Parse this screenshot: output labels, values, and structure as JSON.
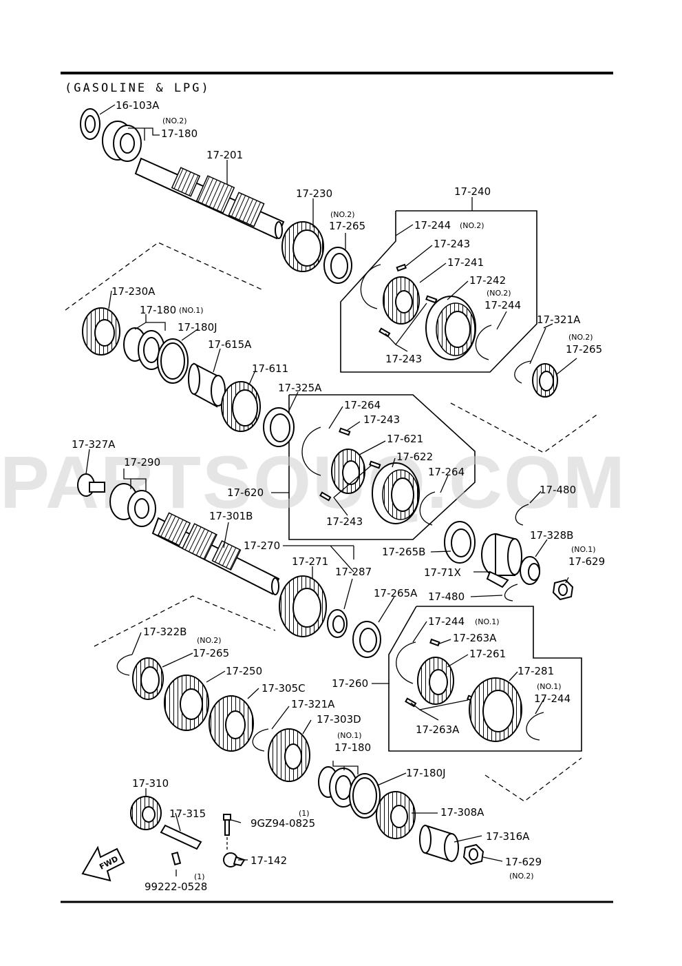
{
  "header": {
    "title": "(GASOLINE & LPG)"
  },
  "watermark": "PARTSOUQ.COM",
  "fwd_label": "FWD",
  "parts": {
    "p16_103A": "16-103A",
    "p17_180_no2_tag": "(NO.2)",
    "p17_180_a": "17-180",
    "p17_201": "17-201",
    "p17_230": "17-230",
    "p17_265_no2_tag_a": "(NO.2)",
    "p17_265_a": "17-265",
    "p17_240": "17-240",
    "p17_244_a": "17-244",
    "p17_244_no2_tag_a": "(NO.2)",
    "p17_243_a": "17-243",
    "p17_241": "17-241",
    "p17_242": "17-242",
    "p17_244_no2_tag_b": "(NO.2)",
    "p17_244_b": "17-244",
    "p17_243_b": "17-243",
    "p17_230A": "17-230A",
    "p17_180_b": "17-180",
    "p17_180_no1_tag_b": "(NO.1)",
    "p17_180J_a": "17-180J",
    "p17_615A": "17-615A",
    "p17_611": "17-611",
    "p17_325A": "17-325A",
    "p17_321A_a": "17-321A",
    "p17_265_no2_tag_b": "(NO.2)",
    "p17_265_b": "17-265",
    "p17_264_a": "17-264",
    "p17_243_c": "17-243",
    "p17_621": "17-621",
    "p17_622": "17-622",
    "p17_264_b": "17-264",
    "p17_620": "17-620",
    "p17_243_d": "17-243",
    "p17_327A": "17-327A",
    "p17_290": "17-290",
    "p17_301B": "17-301B",
    "p17_270": "17-270",
    "p17_271": "17-271",
    "p17_287": "17-287",
    "p17_265B": "17-265B",
    "p17_480_a": "17-480",
    "p17_328B": "17-328B",
    "p17_629_no1_tag": "(NO.1)",
    "p17_629_a": "17-629",
    "p17_71X": "17-71X",
    "p17_480_b": "17-480",
    "p17_265A": "17-265A",
    "p17_244_c": "17-244",
    "p17_244_no1_tag_c": "(NO.1)",
    "p17_263A_a": "17-263A",
    "p17_261": "17-261",
    "p17_260": "17-260",
    "p17_281": "17-281",
    "p17_244_no1_tag_d": "(NO.1)",
    "p17_244_d": "17-244",
    "p17_263A_b": "17-263A",
    "p17_322B": "17-322B",
    "p17_265_no2_tag_c": "(NO.2)",
    "p17_265_c": "17-265",
    "p17_250": "17-250",
    "p17_305C": "17-305C",
    "p17_321A_b": "17-321A",
    "p17_303D": "17-303D",
    "p17_180_no1_tag_c": "(NO.1)",
    "p17_180_c": "17-180",
    "p17_180J_b": "17-180J",
    "p17_310": "17-310",
    "p17_315": "17-315",
    "p9GZ94_qty": "(1)",
    "p9GZ94": "9GZ94-0825",
    "p17_308A": "17-308A",
    "p17_316A": "17-316A",
    "p17_142": "17-142",
    "p17_629_b": "17-629",
    "p17_629_no2_tag": "(NO.2)",
    "p99222_qty": "(1)",
    "p99222": "99222-0528"
  }
}
